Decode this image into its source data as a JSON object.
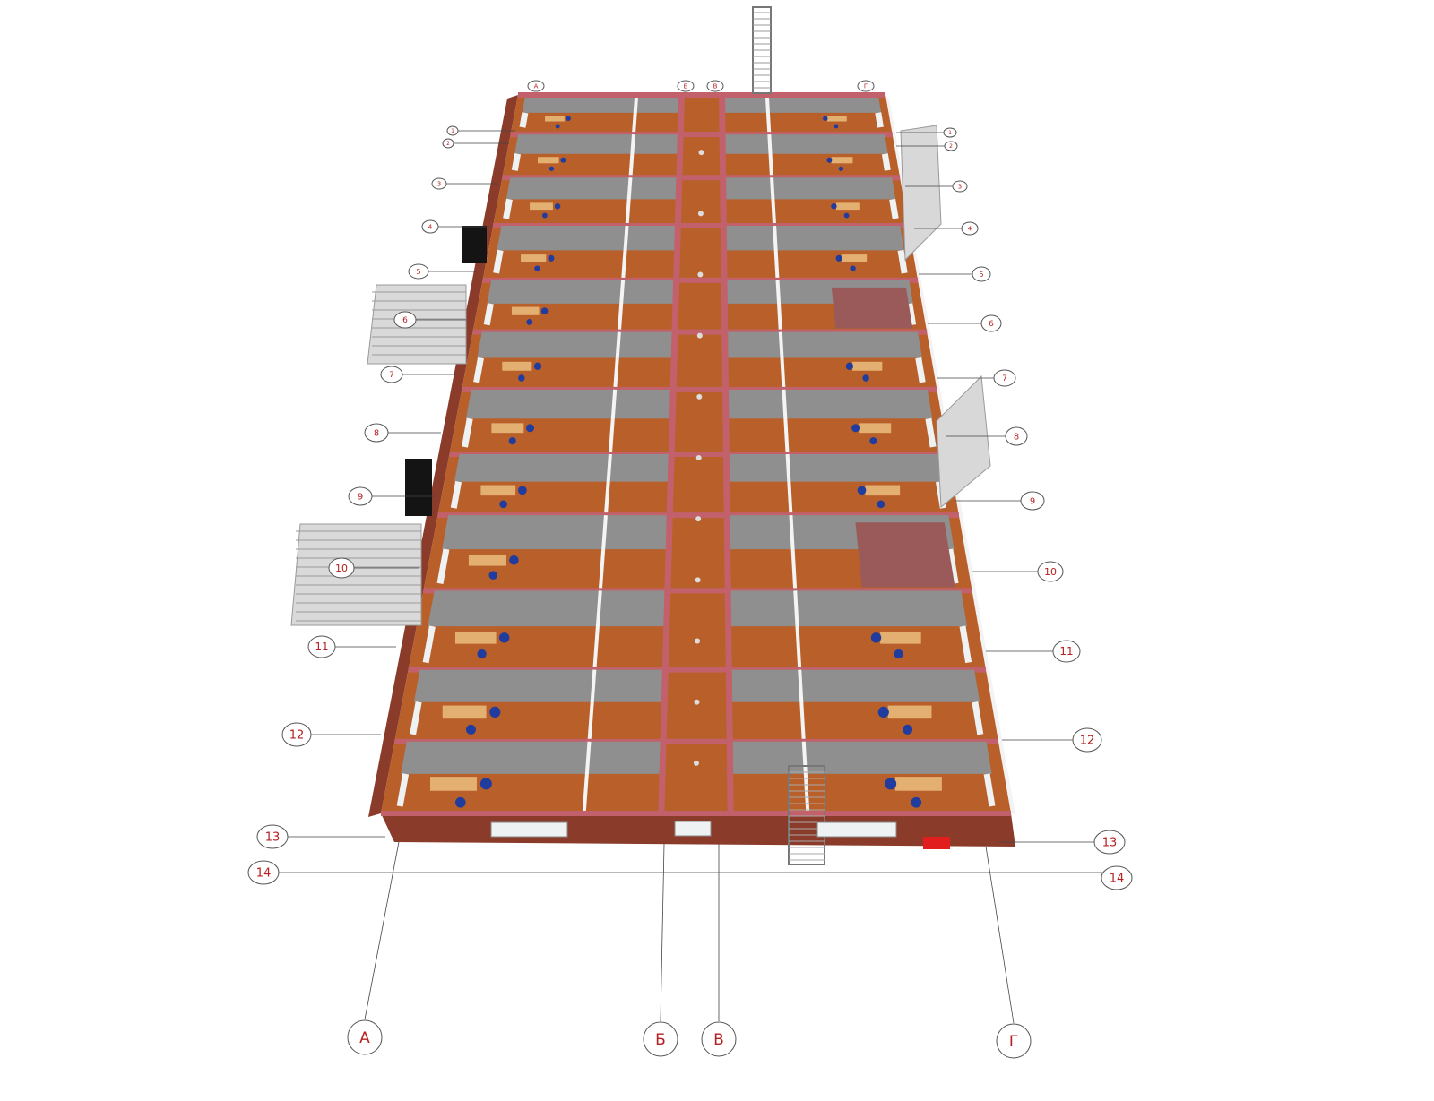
{
  "colors": {
    "wall_brick": "#8a3b2a",
    "wall_pink": "#c2616c",
    "floor_wood": "#b85f2a",
    "wall_gray": "#8f8f8f",
    "window": "#eef2f2",
    "label_red": "#b52020",
    "chair_blue": "#1f3c9e",
    "desk": "#e3b071",
    "stairs": "#d9d9d9",
    "fire_box": "#e21d1d"
  },
  "axes_columns": {
    "top": [
      "А",
      "Б",
      "В",
      "Г"
    ],
    "bottom": [
      "А",
      "Б",
      "В",
      "Г"
    ]
  },
  "axes_rows": {
    "left": [
      "1",
      "2",
      "3",
      "4",
      "5",
      "6",
      "7",
      "8",
      "9",
      "10",
      "11",
      "12",
      "13",
      "14"
    ],
    "right": [
      "1",
      "2",
      "3",
      "4",
      "5",
      "6",
      "7",
      "8",
      "9",
      "10",
      "11",
      "12",
      "13",
      "14"
    ]
  },
  "icons": [
    "chair-icon",
    "desk-icon",
    "stairs-icon",
    "fire-cabinet-icon",
    "door-icon",
    "window-icon",
    "ladder-icon"
  ]
}
